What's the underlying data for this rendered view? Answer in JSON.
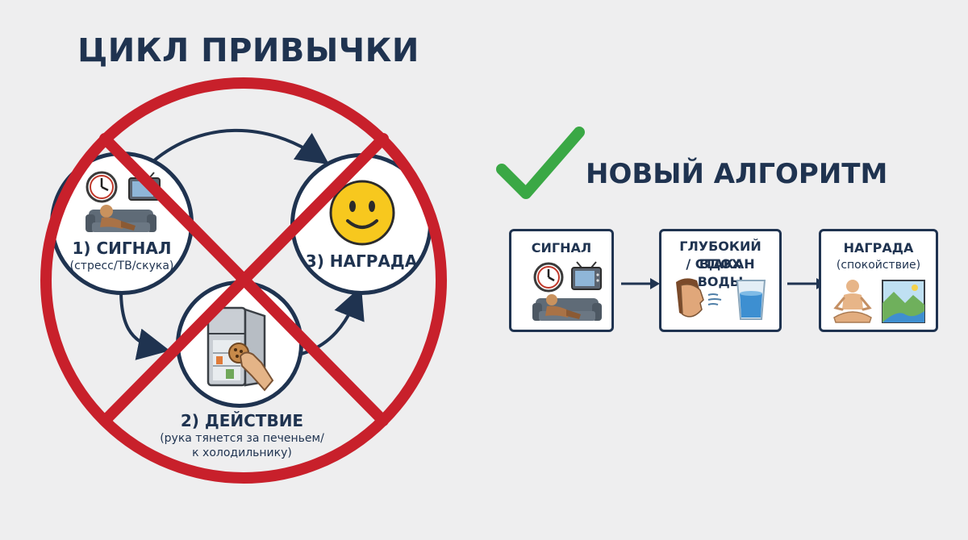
{
  "left": {
    "title": "ЦИКЛ ПРИВЫЧКИ",
    "signal": {
      "label": "1) СИГНАЛ",
      "sub": "(стресс/ТВ/скука)"
    },
    "reward": {
      "label": "3) НАГРАДА"
    },
    "action": {
      "label": "2) ДЕЙСТВИЕ",
      "sub_line1": "(рука тянется за печеньем/",
      "sub_line2": "к холодильнику)"
    }
  },
  "right": {
    "title": "НОВЫЙ АЛГОРИТМ",
    "steps": [
      {
        "title_line1": "СИГНАЛ",
        "title_line2": ""
      },
      {
        "title_line1": "ГЛУБОКИЙ ВДОХ",
        "title_line2": "/ СТАКАН ВОДЫ"
      },
      {
        "title_line1": "НАГРАДА",
        "sub": "(спокойствие)"
      }
    ]
  },
  "colors": {
    "navy": "#1f3350",
    "prohibit_red": "#c8202b",
    "check_green": "#3aa845",
    "smiley_yellow": "#f7c81e",
    "background": "#eeeeef"
  },
  "icons": [
    "clock-icon",
    "tv-icon",
    "couch-person-icon",
    "smiley-icon",
    "fridge-icon",
    "cookie-icon",
    "hand-icon",
    "breath-face-icon",
    "water-glass-icon",
    "meditation-icon",
    "landscape-icon",
    "checkmark-icon",
    "prohibition-icon"
  ]
}
